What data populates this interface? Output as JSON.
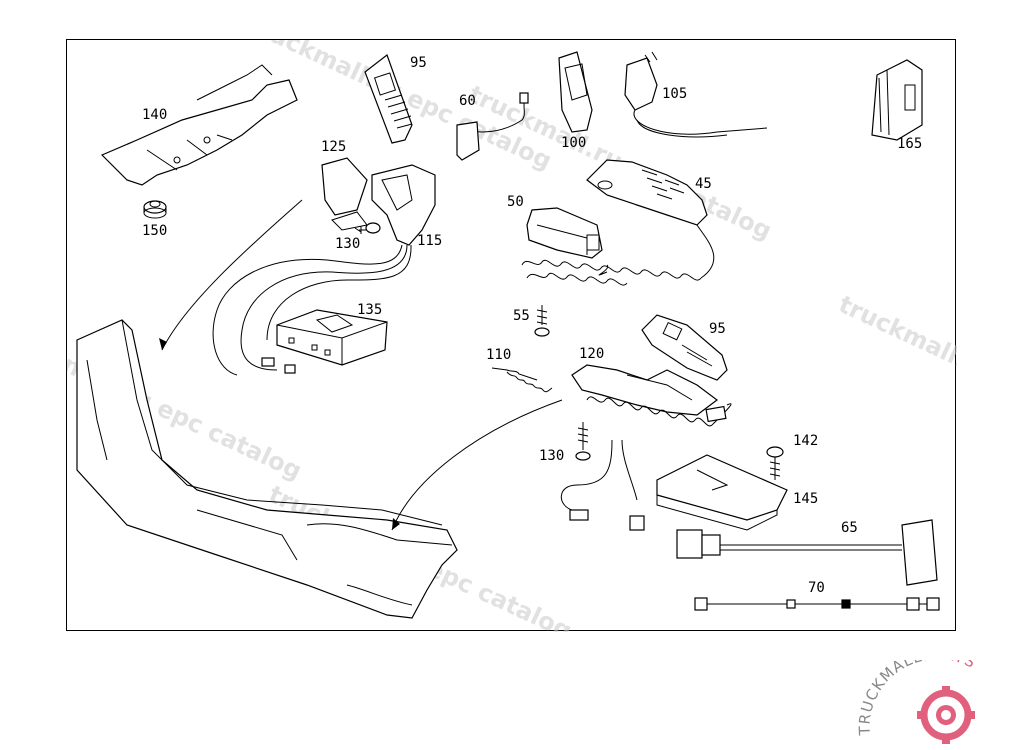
{
  "parts": [
    {
      "id": "p95a",
      "label": "95"
    },
    {
      "id": "p140",
      "label": "140"
    },
    {
      "id": "p60",
      "label": "60"
    },
    {
      "id": "p100",
      "label": "100"
    },
    {
      "id": "p105",
      "label": "105"
    },
    {
      "id": "p165",
      "label": "165"
    },
    {
      "id": "p125",
      "label": "125"
    },
    {
      "id": "p45",
      "label": "45"
    },
    {
      "id": "p150",
      "label": "150"
    },
    {
      "id": "p130a",
      "label": "130"
    },
    {
      "id": "p115",
      "label": "115"
    },
    {
      "id": "p50",
      "label": "50"
    },
    {
      "id": "p135",
      "label": "135"
    },
    {
      "id": "p55",
      "label": "55"
    },
    {
      "id": "p95b",
      "label": "95"
    },
    {
      "id": "p110",
      "label": "110"
    },
    {
      "id": "p120",
      "label": "120"
    },
    {
      "id": "p142",
      "label": "142"
    },
    {
      "id": "p130b",
      "label": "130"
    },
    {
      "id": "p145",
      "label": "145"
    },
    {
      "id": "p65",
      "label": "65"
    },
    {
      "id": "p70",
      "label": "70"
    }
  ],
  "watermark": {
    "text": "truckmall.ru epc catalog"
  },
  "logo": {
    "brand_a": "TRUCKMALL",
    "brand_b": "PARTS",
    "color_a": "#888888",
    "color_b": "#e0607e"
  }
}
